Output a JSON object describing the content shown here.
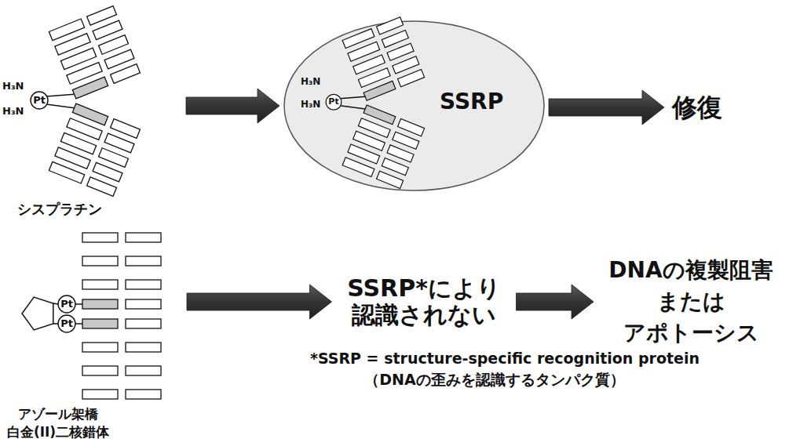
{
  "diagram": {
    "nodes": [
      {
        "text": [
          "シスプラチン"
        ]
      },
      {
        "text": [
          "SSRP"
        ]
      },
      {
        "text": [
          "修復"
        ]
      },
      {
        "text": [
          "アゾール架橋 白金(II)二核錯体"
        ]
      },
      {
        "text": [
          "SSRP*により 認識されない"
        ]
      },
      {
        "text": [
          "DNAの複製阻害 または アポトーシス"
        ]
      }
    ],
    "edges": [
      {
        "from": 0,
        "to": 1,
        "arrow": "to"
      },
      {
        "from": 1,
        "to": 2,
        "arrow": "to"
      },
      {
        "from": 3,
        "to": 4,
        "arrow": "to"
      },
      {
        "from": 4,
        "to": 5,
        "arrow": "to"
      }
    ],
    "labels": [
      "H₃N",
      "H₃N",
      "Pt",
      "H₃N",
      "H₃N",
      "Pt",
      "Pt",
      "Pt",
      "*SSRP = structure-specific recognition protein",
      "（DNAの歪みを認識するタンパク質）"
    ]
  }
}
